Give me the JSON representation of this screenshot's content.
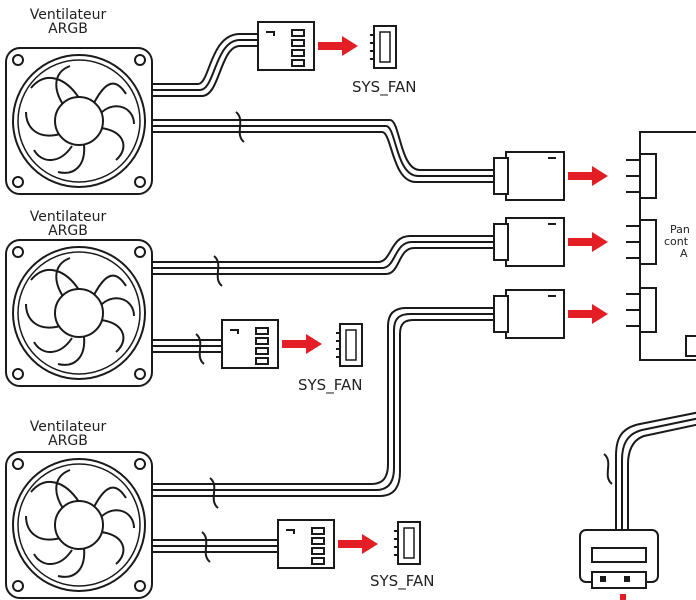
{
  "fans": [
    {
      "label_line1": "Ventilateur",
      "label_line2": "ARGB",
      "header_label": "SYS_FAN"
    },
    {
      "label_line1": "Ventilateur",
      "label_line2": "ARGB",
      "header_label": "SYS_FAN"
    },
    {
      "label_line1": "Ventilateur",
      "label_line2": "ARGB",
      "header_label": "SYS_FAN"
    }
  ],
  "panel": {
    "line1": "Pan",
    "line2": "cont",
    "line3": "A"
  },
  "colors": {
    "arrow": "#e31e24",
    "line": "#1a1a1a"
  }
}
